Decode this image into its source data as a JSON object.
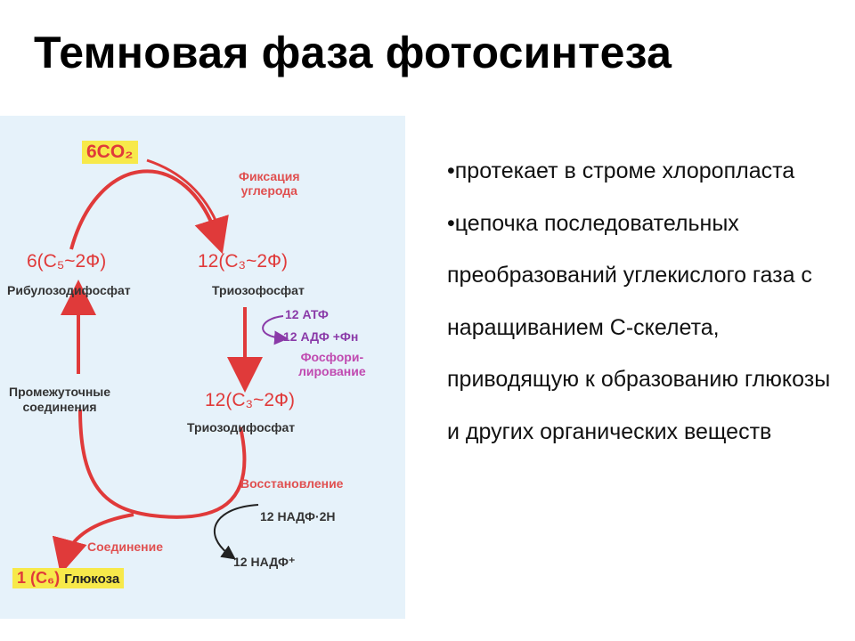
{
  "title": "Темновая фаза фотосинтеза",
  "diagram": {
    "co2": "6CO₂",
    "fixation": [
      "Фиксация",
      "углерода"
    ],
    "ribulose_formula": "6(C₅~2Ф)",
    "ribulose_name": "Рибулозодифосфат",
    "triose1_formula": "12(C₃~2Ф)",
    "triose1_name": "Триозофосфат",
    "atp": "12 АТФ",
    "adp": "12 АДФ +Фн",
    "phosph": [
      "Фосфори-",
      "лирование"
    ],
    "intermediate": [
      "Промежуточные",
      "соединения"
    ],
    "triose2_formula": "12(C₃~2Ф)",
    "triose2_name": "Триозодифосфат",
    "reduction": "Восстановление",
    "nadph": "12 НАДФ·2Н",
    "combination": "Соединение",
    "nadp": "12 НАДФ⁺",
    "glucose_formula": "1 (C₆)",
    "glucose_name": "Глюкоза"
  },
  "bullets": [
    "•протекает в строме хлоропласта",
    "•цепочка последовательных преобразований углекислого газа с наращиванием С-скелета, приводящую к образованию глюкозы и других органических веществ"
  ],
  "colors": {
    "arrow": "#e03a3a",
    "accent": "#f7e94a",
    "background": "#e6f2fa"
  }
}
